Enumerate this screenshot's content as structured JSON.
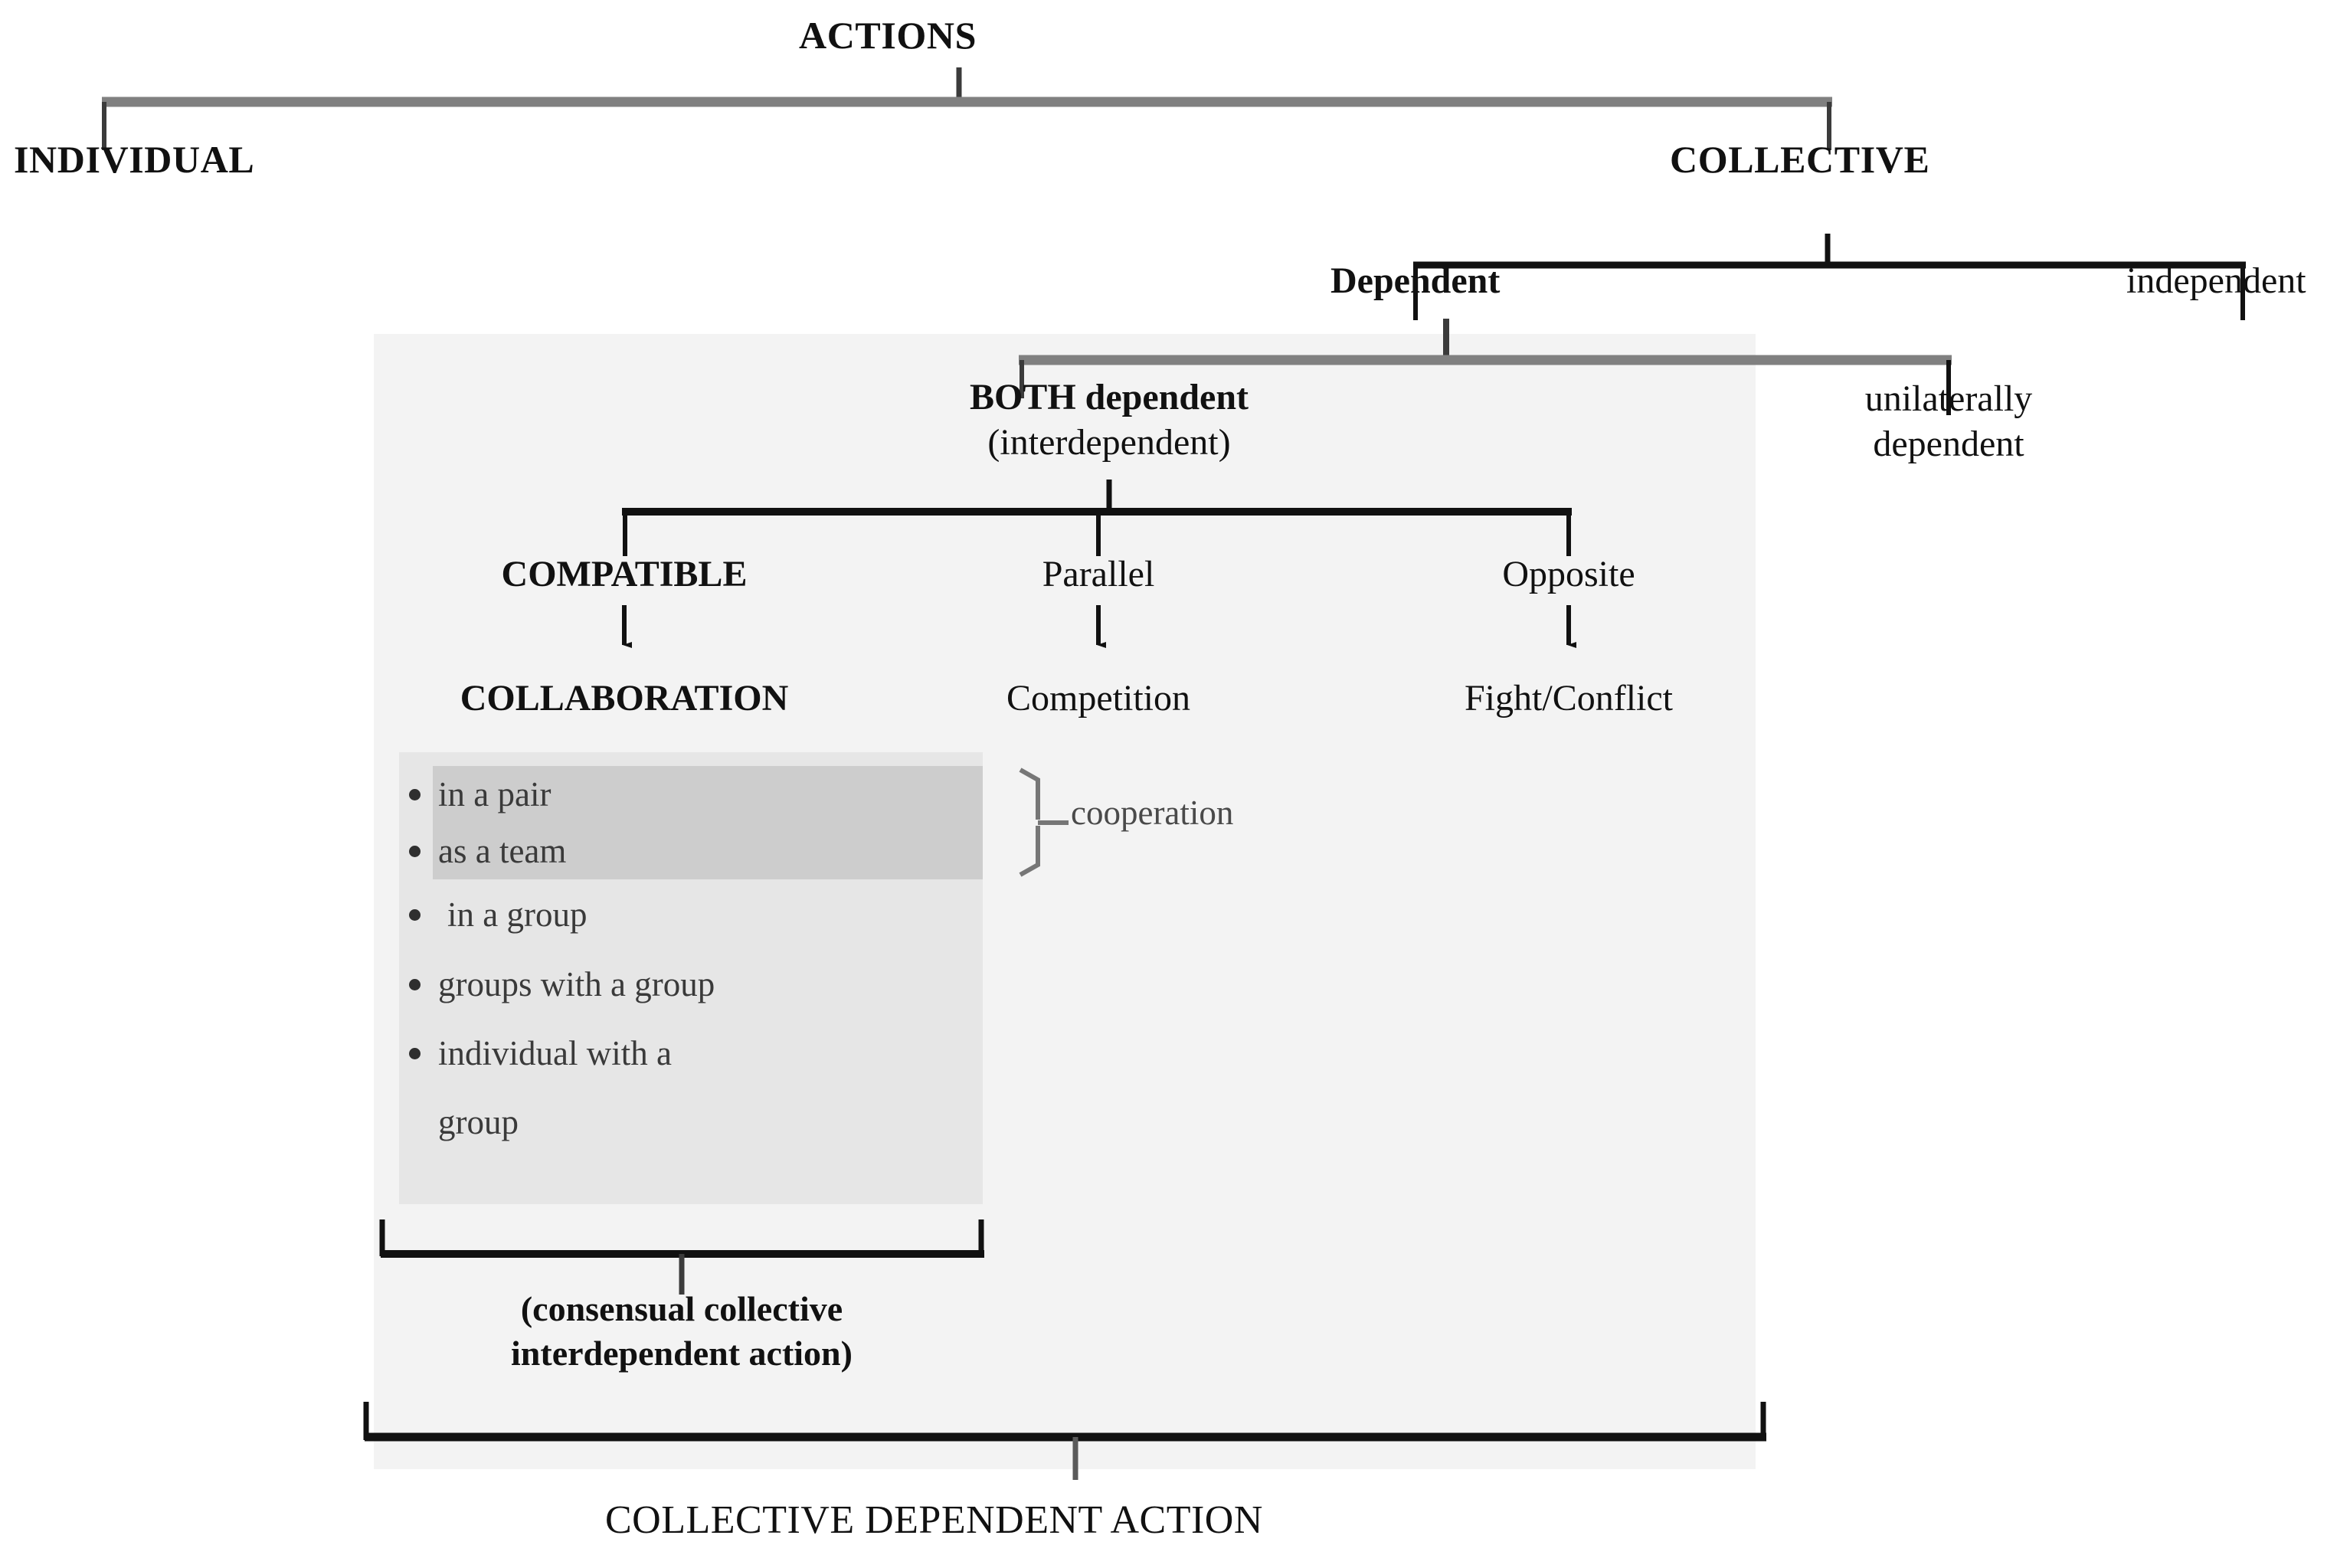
{
  "diagram": {
    "root": {
      "label": "ACTIONS"
    },
    "level1": {
      "individual": {
        "label": "INDIVIDUAL"
      },
      "collective": {
        "label": "COLLECTIVE"
      }
    },
    "level2": {
      "dependent": {
        "label": "Dependent"
      },
      "independent": {
        "label": "independent"
      }
    },
    "level3": {
      "both_dependent_line1": "BOTH dependent",
      "both_dependent_line2": "(interdependent)",
      "unilaterally_line1": "unilaterally",
      "unilaterally_line2": "dependent"
    },
    "level4": {
      "compatible": {
        "label": "COMPATIBLE"
      },
      "parallel": {
        "label": "Parallel"
      },
      "opposite": {
        "label": "Opposite"
      }
    },
    "level5": {
      "collaboration": {
        "label": "COLLABORATION"
      },
      "competition": {
        "label": "Competition"
      },
      "fight_conflict": {
        "label": "Fight/Conflict"
      }
    },
    "collaboration_forms": {
      "items": [
        {
          "label": "in a pair",
          "grouped": true
        },
        {
          "label": "as a team",
          "grouped": true
        },
        {
          "label": "in a group",
          "grouped": false
        },
        {
          "label": "groups with a group",
          "grouped": false
        },
        {
          "label": "individual with a",
          "grouped": false
        },
        {
          "label": "group",
          "grouped": false
        }
      ],
      "group_bracket_label": "cooperation"
    },
    "annotations": {
      "consensual_line1": "(consensual collective",
      "consensual_line2": "interdependent action)",
      "bottom_title": "COLLECTIVE DEPENDENT ACTION"
    },
    "colors": {
      "panel_light": "#f3f3f3",
      "panel_bullets": "#e6e6e6",
      "panel_cooperation": "#cdcdcd",
      "connector_gray": "#808080",
      "connector_black": "#111111",
      "text": "#111111",
      "muted_text": "#4a4a4a"
    }
  }
}
